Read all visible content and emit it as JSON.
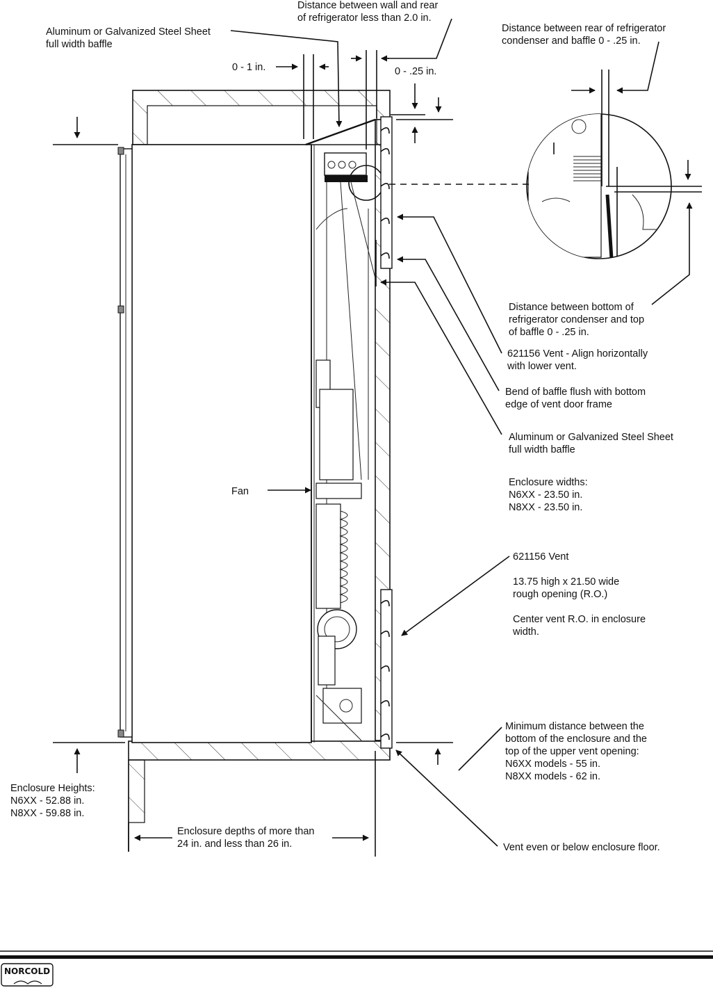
{
  "labels": {
    "wall_distance": [
      "Distance between wall and rear",
      "of refrigerator less than 2.0 in."
    ],
    "baffle_top": [
      "Aluminum or Galvanized Steel Sheet",
      "full width baffle"
    ],
    "condenser_distance": [
      "Distance between rear of refrigerator",
      "condenser and baffle 0 - .25 in."
    ],
    "gap_0_1": "0 - 1 in.",
    "gap_0_025": "0 - .25 in.",
    "condenser_bottom": [
      "Distance between bottom of",
      "refrigerator condenser and top",
      "of baffle 0 - .25 in."
    ],
    "vent_align": [
      "621156 Vent - Align horizontally",
      "with lower vent."
    ],
    "bend_baffle": [
      "Bend of baffle flush with bottom",
      "edge of vent door frame"
    ],
    "baffle_side": [
      "Aluminum or Galvanized Steel Sheet",
      "full width baffle"
    ],
    "fan": "Fan",
    "enclosure_widths": [
      "Enclosure widths:",
      "N6XX - 23.50 in.",
      "N8XX - 23.50 in."
    ],
    "vent_spec": [
      "621156 Vent",
      "",
      "13.75 high x 21.50 wide",
      "rough opening (R.O.)",
      "",
      "Center vent R.O. in enclosure",
      "width."
    ],
    "min_distance": [
      "Minimum distance between the",
      "bottom of the enclosure and the",
      "top of the upper vent opening:",
      "N6XX models - 55 in.",
      "N8XX models - 62 in."
    ],
    "enclosure_heights": [
      "Enclosure Heights:",
      "N6XX - 52.88 in.",
      "N8XX - 59.88 in."
    ],
    "enclosure_depths": [
      "Enclosure depths of more than",
      "24 in. and less than 26 in."
    ],
    "vent_floor": "Vent even or below enclosure floor."
  },
  "footer": {
    "logo_text": "NORCOLD"
  }
}
